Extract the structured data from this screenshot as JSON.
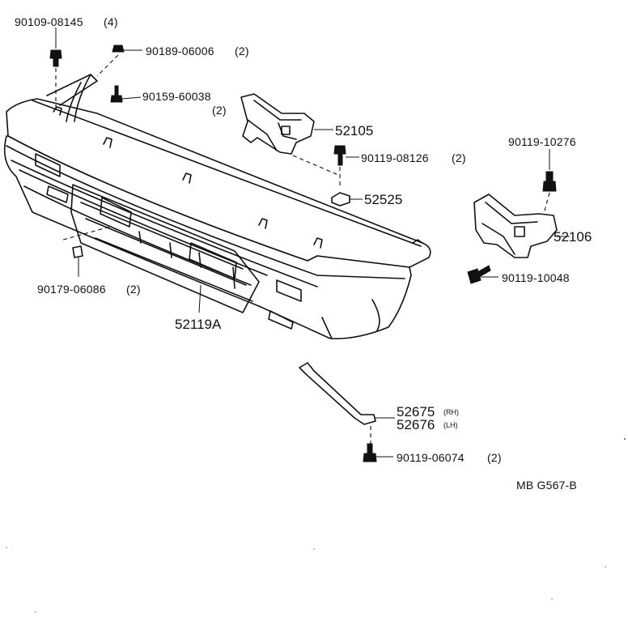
{
  "labels": {
    "p1": "90109-08145",
    "p1_qty": "(4)",
    "p2": "90189-06006",
    "p2_qty": "(2)",
    "p3": "90159-60038",
    "p3_qty": "(2)",
    "p4": "52105",
    "p5": "90119-08126",
    "p5_qty": "(2)",
    "p6": "52525",
    "p7": "90119-10276",
    "p8": "52106",
    "p9": "90119-10048",
    "p10": "90179-06086",
    "p10_qty": "(2)",
    "p11": "52119A",
    "p12": "52675",
    "p12_side": "(RH)",
    "p13": "52676",
    "p13_side": "(LH)",
    "p14": "90119-06074",
    "p14_qty": "(2)",
    "ref": "MB G567-B"
  }
}
